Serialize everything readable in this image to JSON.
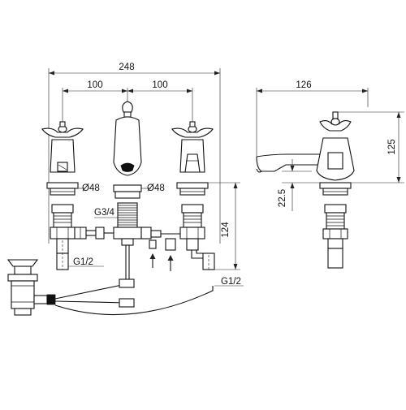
{
  "drawing": {
    "front_view": {
      "overall_width": "248",
      "centre_spacing_left": "100",
      "centre_spacing_right": "100",
      "handle_left_diameter": "Ø48",
      "handle_right_diameter": "Ø48",
      "spout_connection": "G3/4",
      "inlet_left": "G1/2",
      "inlet_right": "G1/2",
      "body_height": "124"
    },
    "side_view": {
      "spout_reach": "126",
      "overall_height": "125",
      "spout_height": "22.5"
    }
  }
}
